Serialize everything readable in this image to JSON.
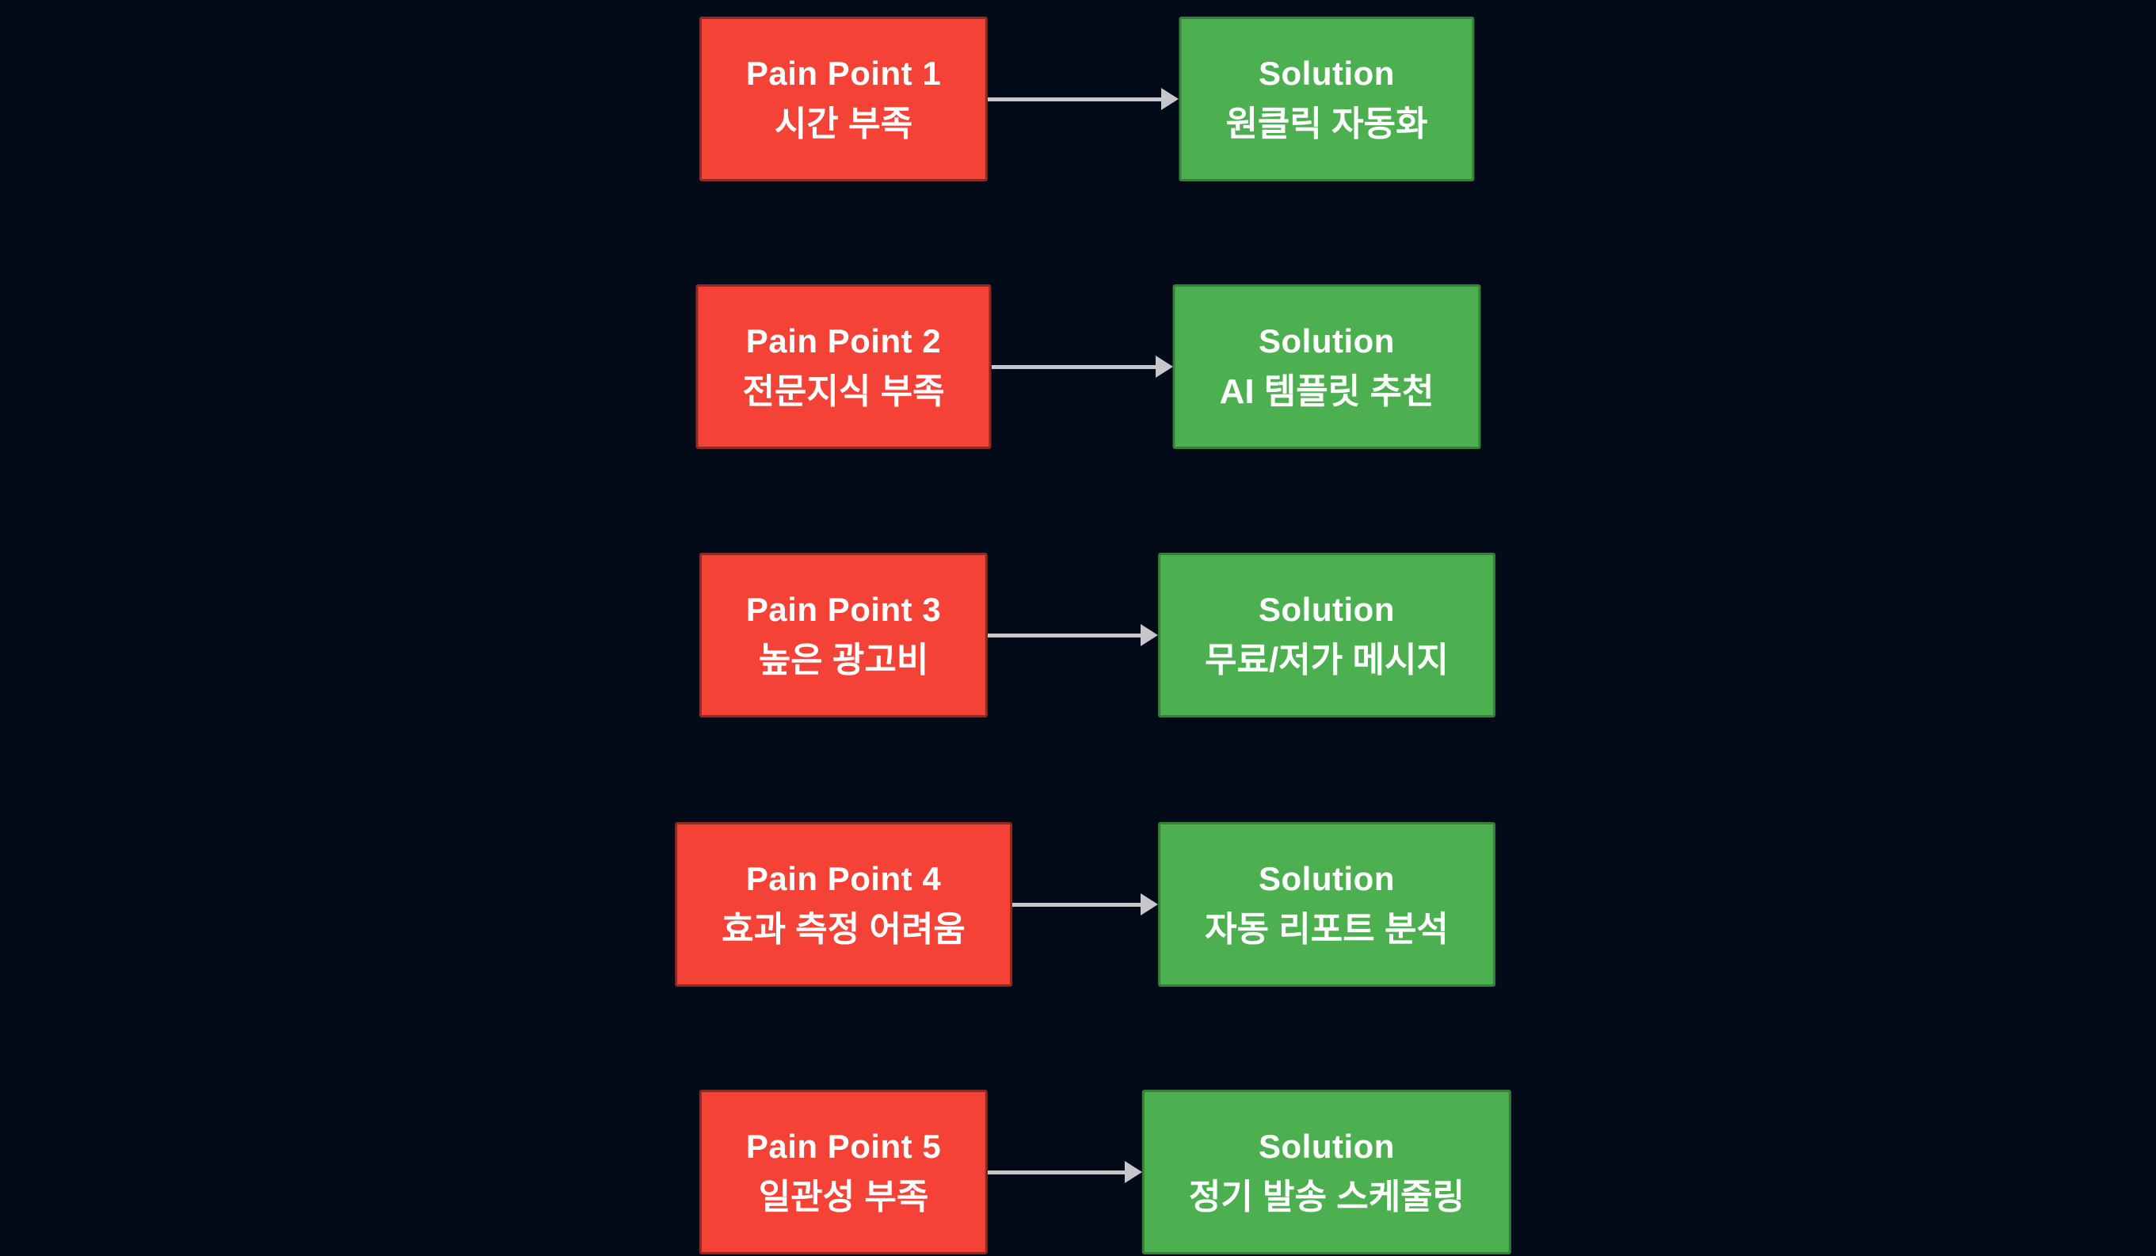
{
  "diagram": {
    "description": "Pain point to solution mapping flowchart",
    "rows": [
      {
        "pain_title": "Pain Point 1",
        "pain_text": "시간 부족",
        "solution_title": "Solution",
        "solution_text": "원클릭 자동화"
      },
      {
        "pain_title": "Pain Point 2",
        "pain_text": "전문지식 부족",
        "solution_title": "Solution",
        "solution_text": "AI 템플릿 추천"
      },
      {
        "pain_title": "Pain Point 3",
        "pain_text": "높은 광고비",
        "solution_title": "Solution",
        "solution_text": "무료/저가 메시지"
      },
      {
        "pain_title": "Pain Point 4",
        "pain_text": "효과 측정 어려움",
        "solution_title": "Solution",
        "solution_text": "자동 리포트 분석"
      },
      {
        "pain_title": "Pain Point 5",
        "pain_text": "일관성 부족",
        "solution_title": "Solution",
        "solution_text": "정기 발송 스케줄링"
      }
    ]
  },
  "colors": {
    "background": "#030a18",
    "pain_fill": "#f44336",
    "pain_border": "#8f2a22",
    "solution_fill": "#4caf50",
    "solution_border": "#37803a",
    "arrow": "#c6c6cb",
    "text": "#ffffff"
  }
}
